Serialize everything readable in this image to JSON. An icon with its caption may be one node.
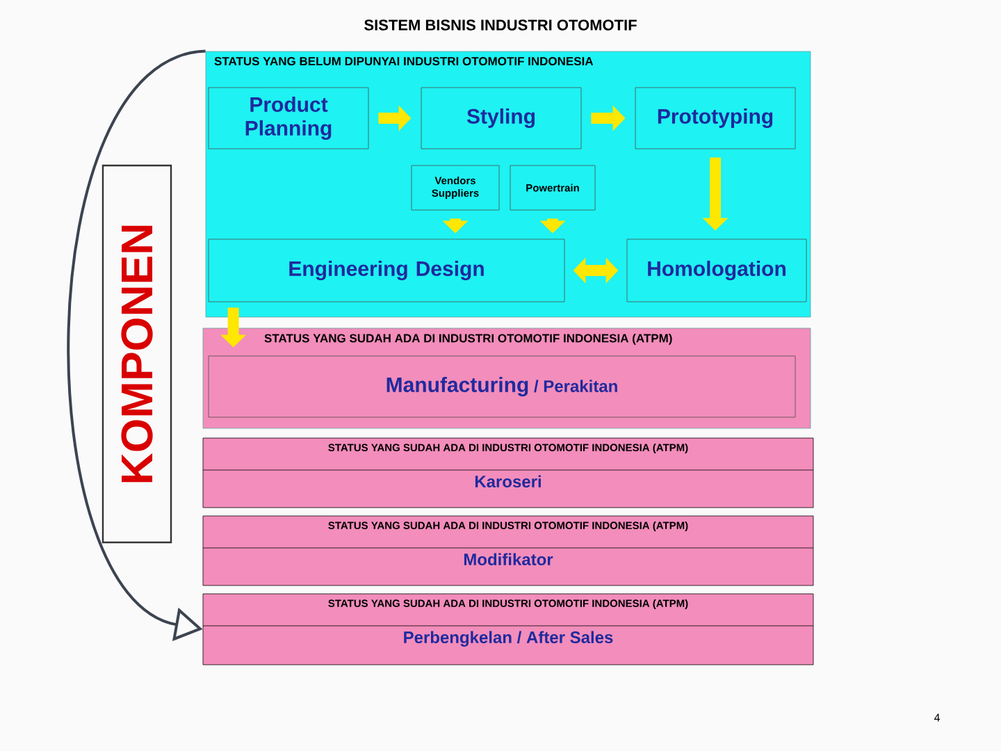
{
  "diagram": {
    "title": "SISTEM BISNIS INDUSTRI OTOMOTIF",
    "nodes": [
      {
        "text": [
          "STATUS YANG BELUM DIPUNYAI INDUSTRI OTOMOTIF INDONESIA"
        ]
      },
      {
        "text": [
          "Product Planning"
        ],
        "in": 0
      },
      {
        "text": [
          "Styling"
        ],
        "in": 0
      },
      {
        "text": [
          "Prototyping"
        ],
        "in": 0
      },
      {
        "text": [
          "Vendors Suppliers"
        ],
        "in": 0
      },
      {
        "text": [
          "Powertrain"
        ],
        "in": 0
      },
      {
        "text": [
          "Engineering Design"
        ],
        "in": 0
      },
      {
        "text": [
          "Homologation"
        ],
        "in": 0
      },
      {
        "text": [
          "STATUS YANG SUDAH ADA DI INDUSTRI OTOMOTIF INDONESIA (ATPM)"
        ]
      },
      {
        "text": [
          "Manufacturing",
          "/ Perakitan"
        ],
        "in": 8
      },
      {
        "text": [
          "STATUS YANG SUDAH ADA DI INDUSTRI OTOMOTIF INDONESIA (ATPM)",
          "Karoseri"
        ]
      },
      {
        "text": [
          "STATUS YANG SUDAH ADA DI INDUSTRI OTOMOTIF INDONESIA (ATPM)",
          "Modifikator"
        ]
      },
      {
        "text": [
          "STATUS YANG SUDAH ADA DI INDUSTRI OTOMOTIF INDONESIA (ATPM)",
          "Perbengkelan / After Sales"
        ]
      },
      {
        "text": [
          "KOMPONEN"
        ]
      }
    ],
    "edges": [
      {
        "from": 1,
        "to": 2,
        "arrow": "to"
      },
      {
        "from": 2,
        "to": 3,
        "arrow": "to"
      },
      {
        "from": 3,
        "to": 7,
        "arrow": "to"
      },
      {
        "from": 4,
        "to": 6,
        "arrow": "to"
      },
      {
        "from": 5,
        "to": 6,
        "arrow": "to"
      },
      {
        "from": 6,
        "to": 7,
        "arrow": "both"
      },
      {
        "from": 6,
        "to": 8,
        "arrow": "to"
      },
      {
        "from": 0,
        "to": 12,
        "arrow": "to",
        "color": "#3c4450"
      }
    ],
    "labels": [
      "4"
    ]
  }
}
